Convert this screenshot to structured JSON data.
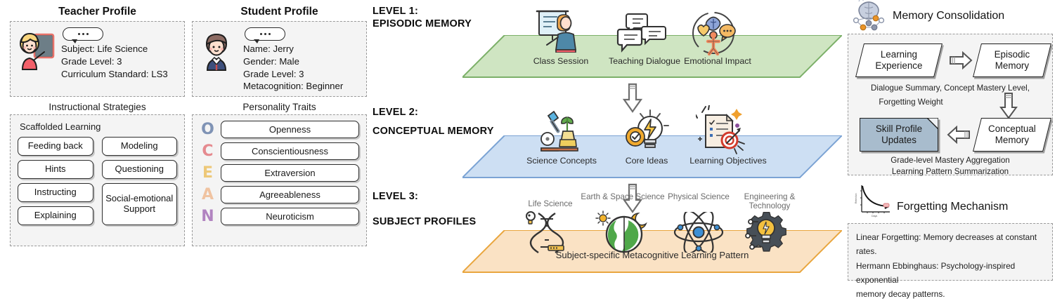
{
  "left": {
    "teacher": {
      "title": "Teacher Profile",
      "avatar_icon": "teacher-avatar-icon",
      "bubble_icon": "speech-bubble-icon",
      "lines": [
        "Subject: Life Science",
        "Grade Level: 3",
        "Curriculum Standard: LS3"
      ]
    },
    "student": {
      "title": "Student Profile",
      "avatar_icon": "student-avatar-icon",
      "bubble_icon": "speech-bubble-icon",
      "lines": [
        "Name: Jerry",
        "Gender: Male",
        "Grade Level: 3",
        "Metacognition: Beginner"
      ]
    },
    "strategies": {
      "title": "Instructional Strategies",
      "group_label": "Scaffolded Learning",
      "left_items": [
        "Feeding back",
        "Hints",
        "Instructing",
        "Explaining"
      ],
      "right_items": [
        "Modeling",
        "Questioning"
      ],
      "tall_item": "Social-emotional Support"
    },
    "traits": {
      "title": "Personality Traits",
      "items": [
        {
          "letter": "O",
          "label": "Openness",
          "color": "#7f93b5"
        },
        {
          "letter": "C",
          "label": "Conscientiousness",
          "color": "#e58a8f"
        },
        {
          "letter": "E",
          "label": "Extraversion",
          "color": "#edc878"
        },
        {
          "letter": "A",
          "label": "Agreeableness",
          "color": "#f0c3a1"
        },
        {
          "letter": "N",
          "label": "Neuroticism",
          "color": "#b183c0"
        }
      ]
    }
  },
  "middle": {
    "levels": [
      {
        "label_line1": "LEVEL 1:",
        "label_line2": "EPISODIC MEMORY",
        "plane_fill": "#cfe5c2",
        "plane_stroke": "#7cb069",
        "items": [
          {
            "label": "Class Session",
            "icon": "whiteboard-teacher-icon"
          },
          {
            "label": "Teaching Dialogue",
            "icon": "chat-bubbles-icon"
          },
          {
            "label": "Emotional Impact",
            "icon": "emotion-brain-heart-icon"
          }
        ]
      },
      {
        "label_line1": "LEVEL 2:",
        "label_line2": "CONCEPTUAL MEMORY",
        "plane_fill": "#cddff3",
        "plane_stroke": "#7ba3d4",
        "items": [
          {
            "label": "Science Concepts",
            "icon": "microscope-plant-icon"
          },
          {
            "label": "Core Ideas",
            "icon": "lightbulb-gear-icon"
          },
          {
            "label": "Learning Objectives",
            "icon": "checklist-target-icon"
          }
        ]
      },
      {
        "label_line1": "LEVEL 3:",
        "label_line2": "SUBJECT PROFILES",
        "plane_fill": "#fae2c4",
        "plane_stroke": "#e9a63f",
        "caption": "Subject-specific Metacognitive Learning Pattern",
        "items": [
          {
            "label": "Life Science",
            "icon": "dna-helix-icon"
          },
          {
            "label": "Earth & Space Science",
            "icon": "earth-sun-moon-icon"
          },
          {
            "label": "Physical Science",
            "icon": "atom-icon"
          },
          {
            "label": "Engineering & Technology",
            "icon": "gear-bulb-circuit-icon"
          }
        ]
      }
    ],
    "flow_arrow_icon": "down-arrow-3d-icon"
  },
  "right": {
    "consolidation": {
      "title": "Memory Consolidation",
      "brain_icon": "brain-network-icon",
      "node_a": "Learning Experience",
      "node_b": "Episodic Memory",
      "node_c": "Skill Profile Updates",
      "node_d": "Conceptual Memory",
      "caption_top_line1": "Dialogue Summary, Concept Mastery Level,",
      "caption_top_line2": "Forgetting Weight",
      "caption_bottom_line1": "Grade-level Mastery Aggregation",
      "caption_bottom_line2": "Learning Pattern Summarization",
      "arrow_right_icon": "arrow-right-3d-icon",
      "arrow_down_icon": "arrow-down-3d-icon",
      "arrow_left_icon": "arrow-left-3d-icon",
      "node_c_color": "#a8bccd"
    },
    "forgetting": {
      "title": "Forgetting Mechanism",
      "curve_icon": "decay-curve-icon",
      "lines": [
        "Linear Forgetting: Memory decreases at constant rates.",
        "Hermann Ebbinghaus: Psychology-inspired exponential",
        "memory decay patterns."
      ]
    }
  }
}
